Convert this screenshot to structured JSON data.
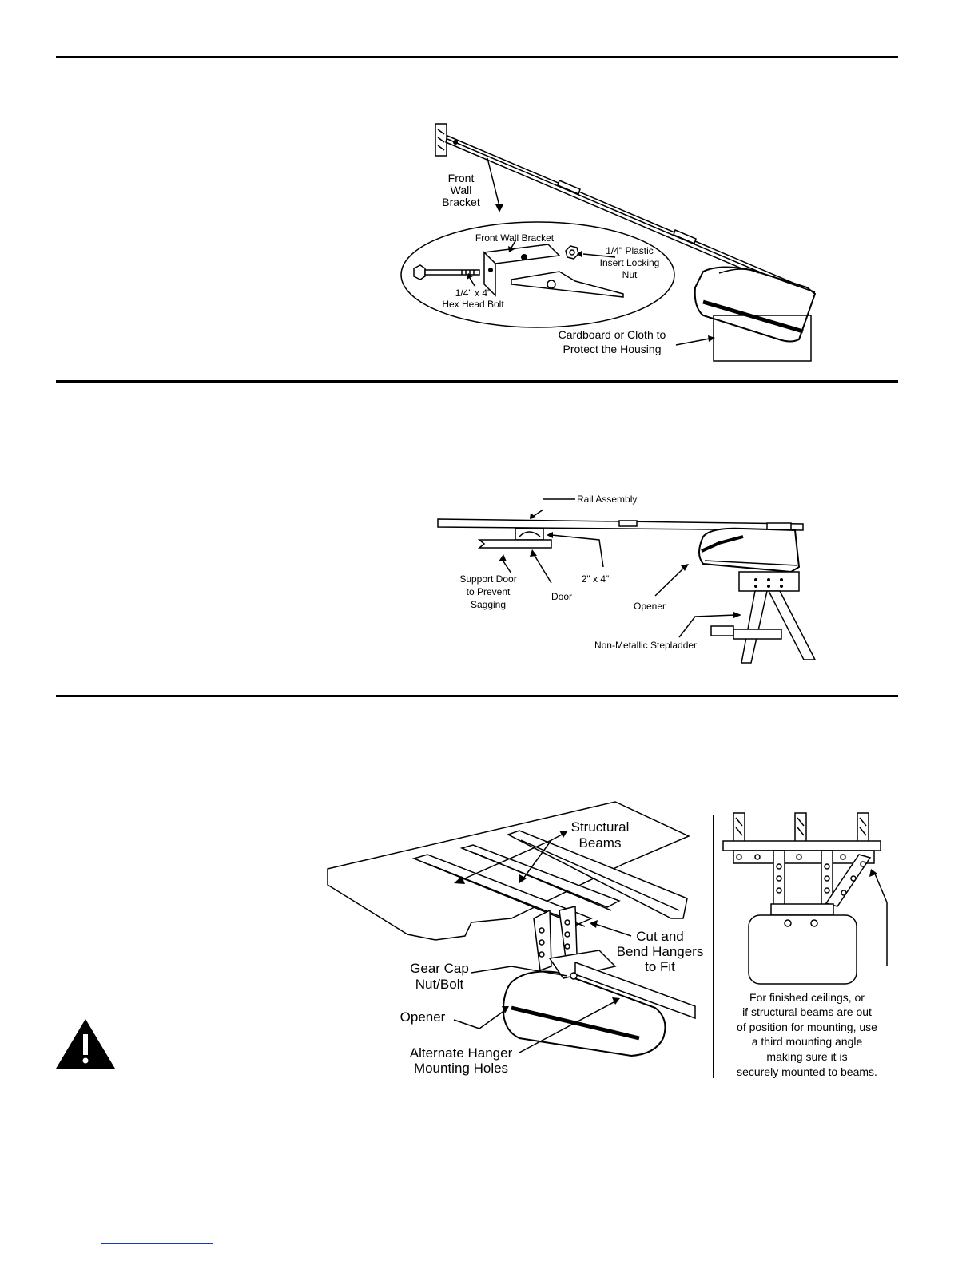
{
  "fig1": {
    "front_wall_bracket_l1": "Front",
    "front_wall_bracket_l2": "Wall",
    "front_wall_bracket_l3": "Bracket",
    "inset_front_wall_bracket": "Front Wall Bracket",
    "nut_l1": "1/4\" Plastic",
    "nut_l2": "Insert Locking",
    "nut_l3": "Nut",
    "bolt_l1": "1/4\" x 4\"",
    "bolt_l2": "Hex Head Bolt",
    "cardboard_l1": "Cardboard or Cloth to",
    "cardboard_l2": "Protect the Housing"
  },
  "fig2": {
    "rail_assembly": "Rail Assembly",
    "support_l1": "Support Door",
    "support_l2": "to Prevent",
    "support_l3": "Sagging",
    "door": "Door",
    "two_by_four": "2\" x 4\"",
    "opener": "Opener",
    "stepladder": "Non-Metallic Stepladder"
  },
  "fig3": {
    "beams_l1": "Structural",
    "beams_l2": "Beams",
    "cut_l1": "Cut and",
    "cut_l2": "Bend Hangers",
    "cut_l3": "to Fit",
    "gear_l1": "Gear Cap",
    "gear_l2": "Nut/Bolt",
    "opener": "Opener",
    "alt_l1": "Alternate Hanger",
    "alt_l2": "Mounting Holes",
    "note_l1": "For finished ceilings, or",
    "note_l2": "if structural beams are out",
    "note_l3": "of position for mounting, use",
    "note_l4": "a third mounting angle",
    "note_l5": "making sure it is",
    "note_l6": "securely mounted to beams."
  }
}
